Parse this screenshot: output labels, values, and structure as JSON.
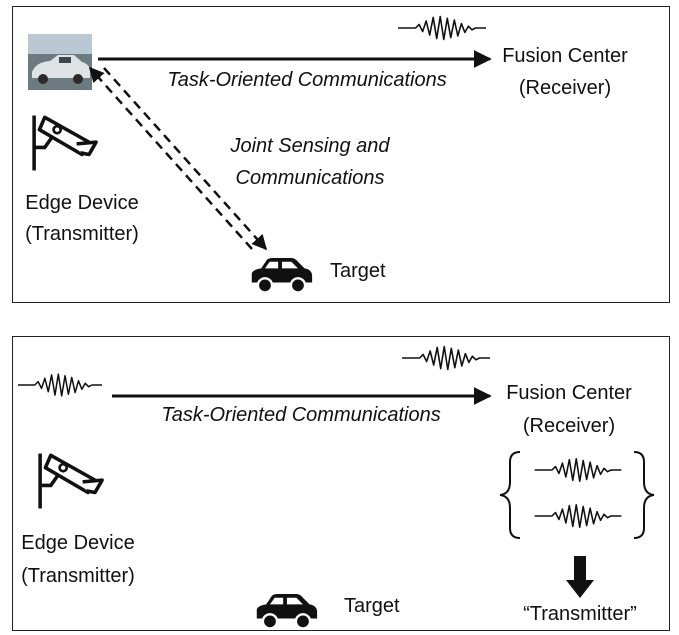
{
  "top_panel": {
    "tx_label_line1": "Edge Device",
    "tx_label_line2": "(Transmitter)",
    "rx_label_line1": "Fusion Center",
    "rx_label_line2": "(Receiver)",
    "link_label": "Task-Oriented Communications",
    "jsc_label_line1": "Joint Sensing and",
    "jsc_label_line2": "Communications",
    "target_label": "Target"
  },
  "bottom_panel": {
    "tx_label_line1": "Edge Device",
    "tx_label_line2": "(Transmitter)",
    "rx_label_line1": "Fusion Center",
    "rx_label_line2": "(Receiver)",
    "link_label": "Task-Oriented Communications",
    "target_label": "Target",
    "rx_role_label": "“Transmitter”"
  },
  "icons": [
    "camera-photo-icon",
    "cctv-camera-icon",
    "car-icon",
    "waveform-icon",
    "down-arrow-icon"
  ]
}
